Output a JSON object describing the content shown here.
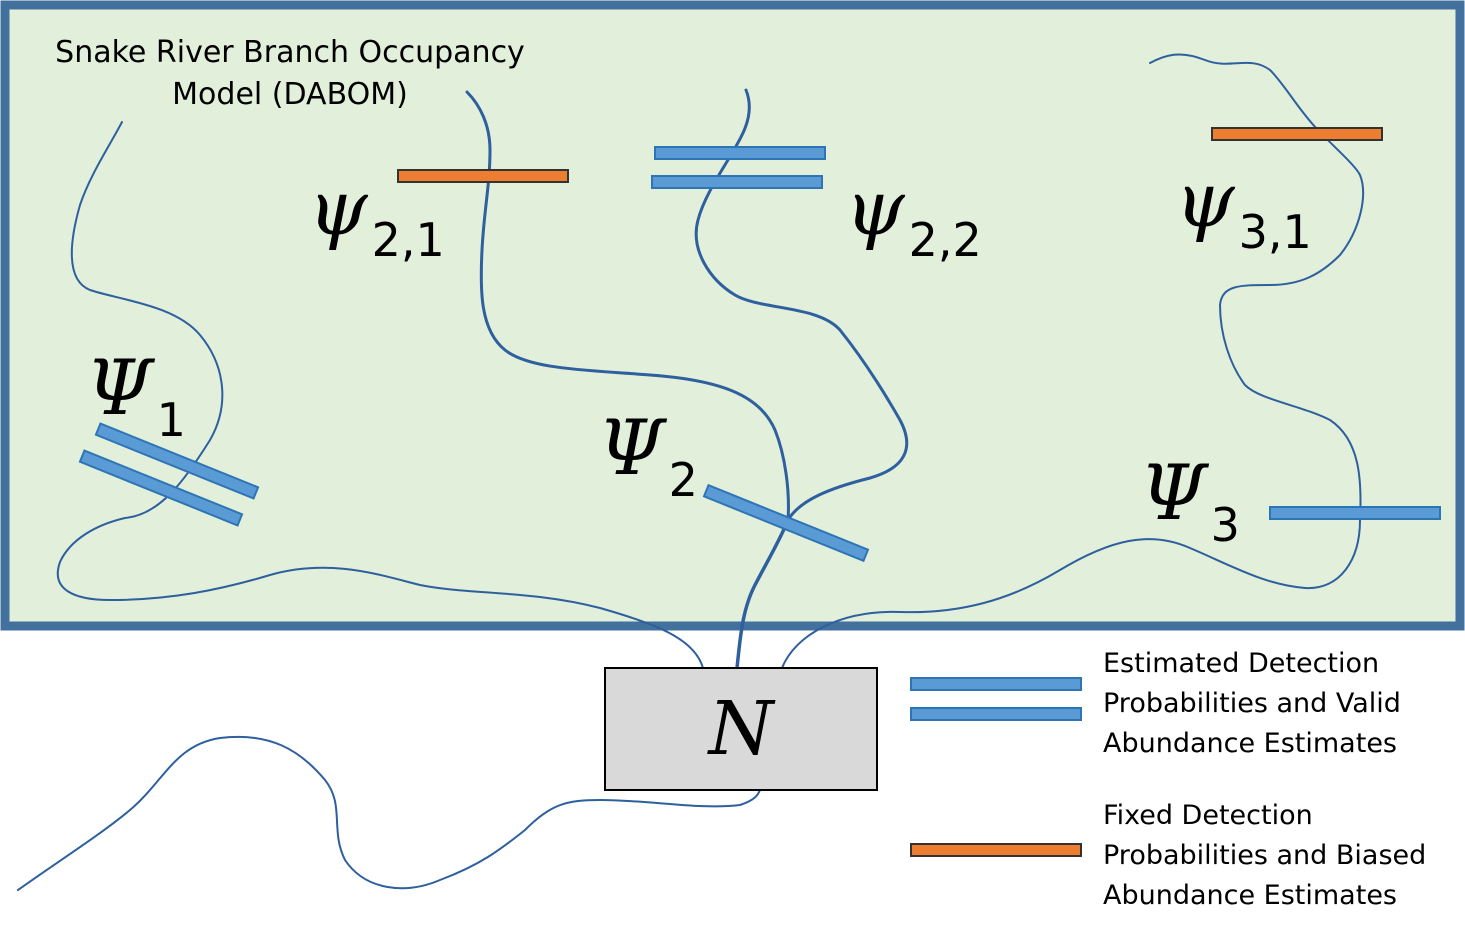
{
  "title_lines": [
    "Snake River Branch Occupancy",
    "Model (DABOM)"
  ],
  "symbols": {
    "psi_1": {
      "base": "Ψ",
      "sub": "1"
    },
    "psi_2": {
      "base": "Ψ",
      "sub": "2"
    },
    "psi_3": {
      "base": "Ψ",
      "sub": "3"
    },
    "psi_21": {
      "base": "ψ",
      "sub": "2,1"
    },
    "psi_22": {
      "base": "ψ",
      "sub": "2,2"
    },
    "psi_31": {
      "base": "ψ",
      "sub": "3,1"
    }
  },
  "root_node": "N",
  "legend": {
    "estimated": [
      "Estimated Detection",
      "Probabilities and Valid",
      "Abundance Estimates"
    ],
    "fixed": [
      "Fixed Detection",
      "Probabilities and Biased",
      "Abundance Estimates"
    ]
  },
  "colors": {
    "panel_fill": "#e2efda",
    "panel_border": "#41719c",
    "river": "#2e5f9e",
    "estimated_bar": "#5b9bd5",
    "estimated_bar_border": "#2e75b6",
    "fixed_bar": "#ed7d31",
    "node_fill": "#d9d9d9"
  }
}
